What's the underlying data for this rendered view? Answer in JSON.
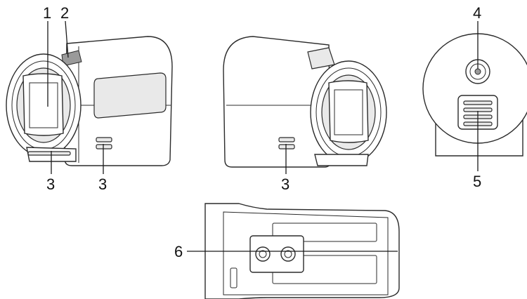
{
  "callouts": {
    "c1": "1",
    "c2": "2",
    "c3a": "3",
    "c3b": "3",
    "c3c": "3",
    "c4": "4",
    "c5": "5",
    "c6": "6"
  }
}
